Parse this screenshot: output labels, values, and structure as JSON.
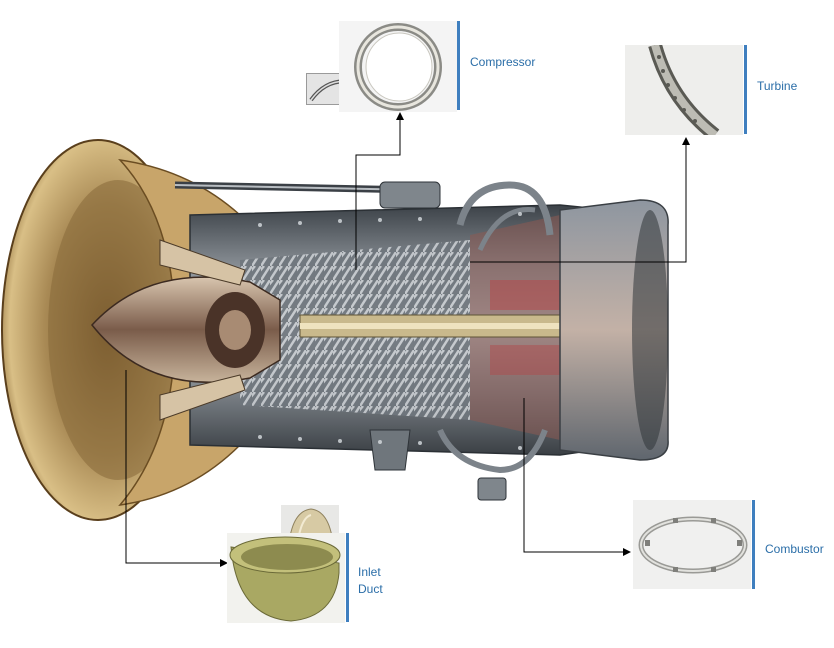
{
  "components": {
    "compressor": {
      "label": "Compressor"
    },
    "turbine": {
      "label": "Turbine"
    },
    "combustor": {
      "label": "Combustor"
    },
    "inlet_duct": {
      "label_line1": "Inlet",
      "label_line2": "Duct"
    }
  },
  "colors": {
    "label_text": "#2b6ea8",
    "accent_bar": "#3f7fbf",
    "leader_line": "#000000",
    "background": "#ffffff"
  }
}
